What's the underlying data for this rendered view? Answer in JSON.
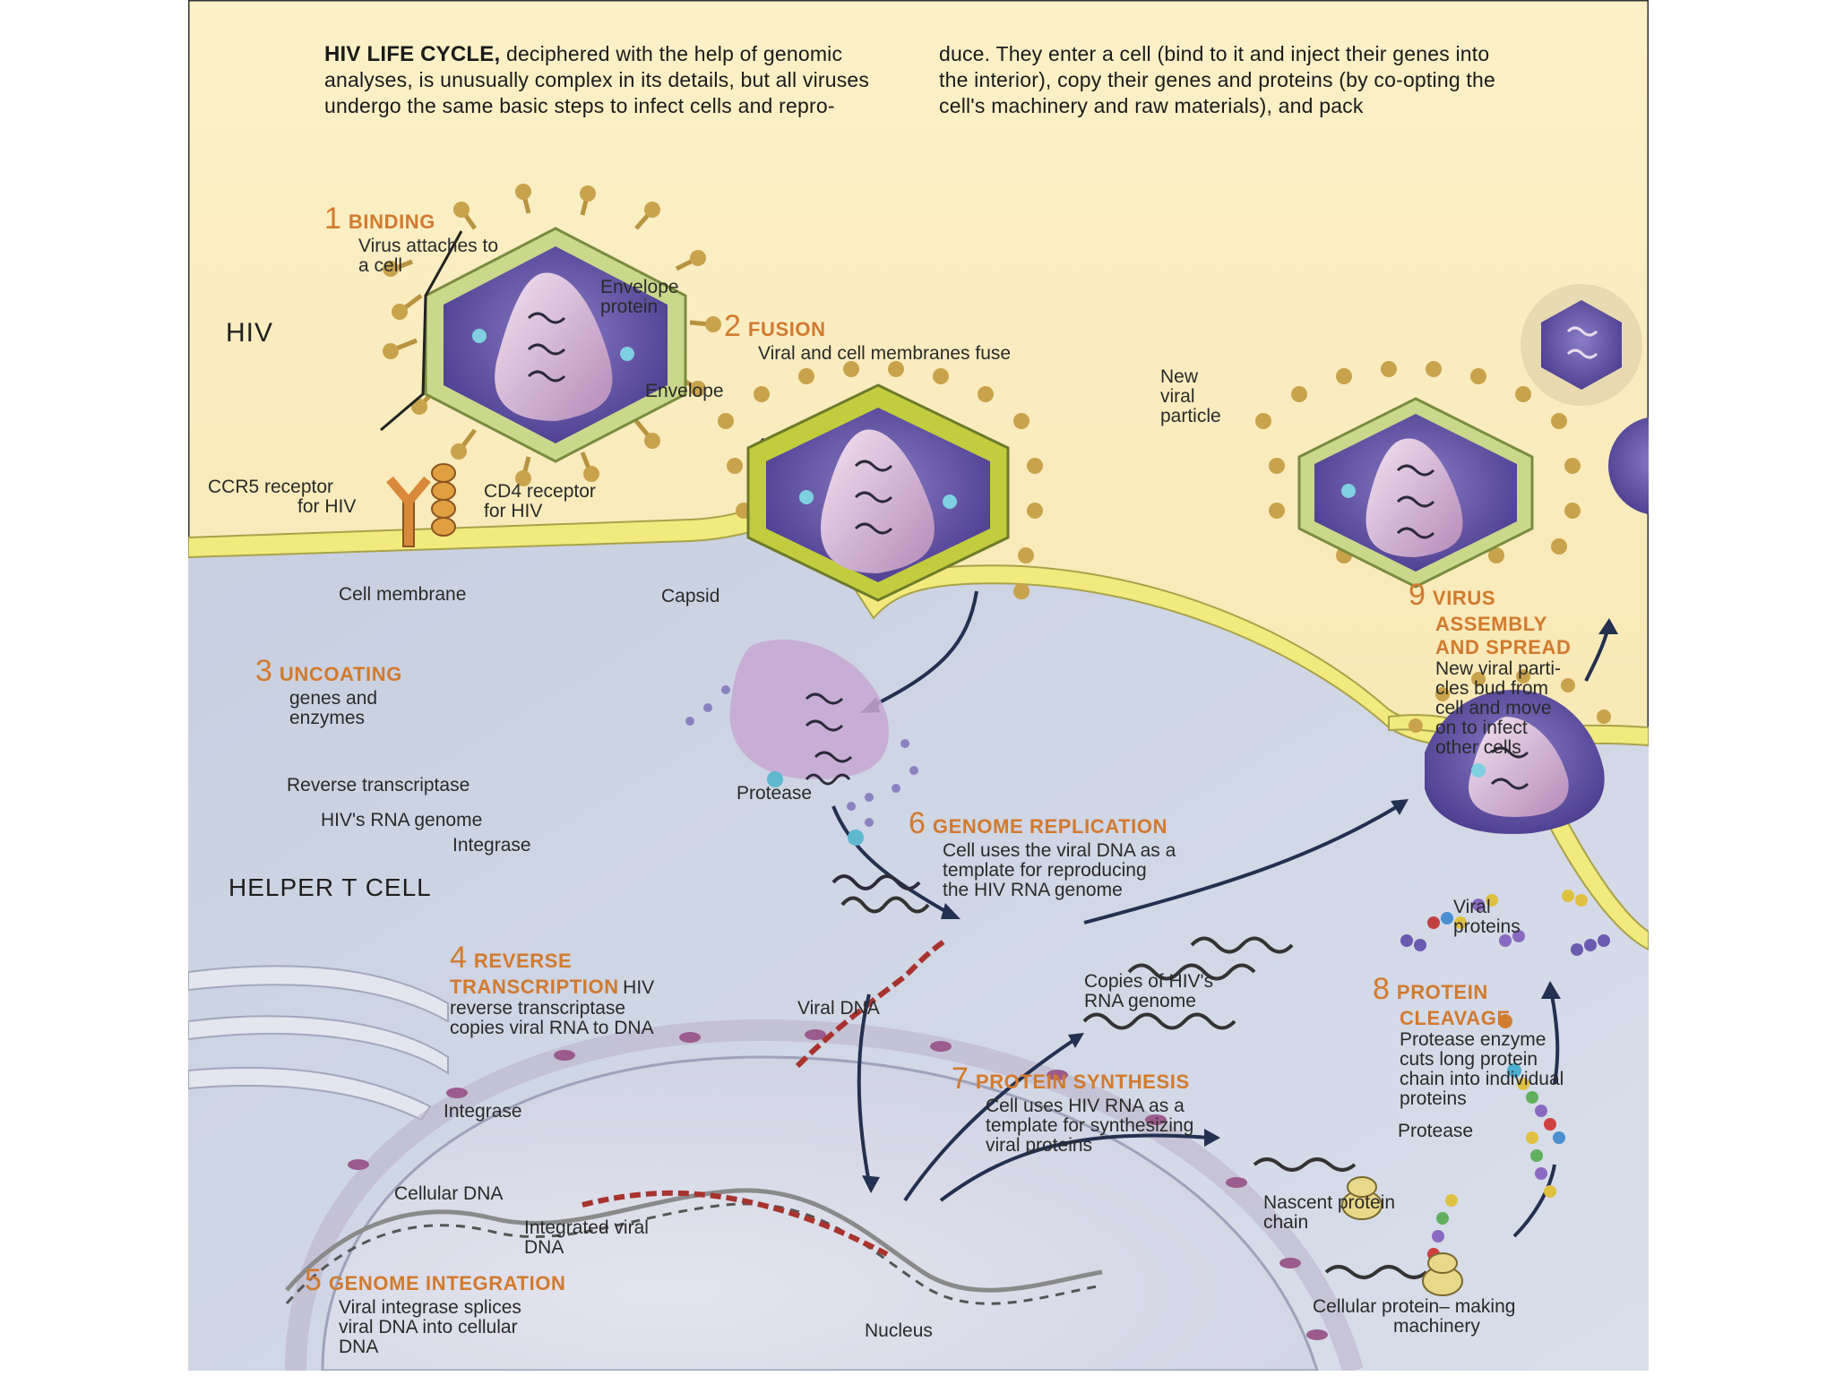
{
  "intro": {
    "left_caps": "HIV LIFE CYCLE,",
    "left_rest": " deciphered with the help of genomic analyses, is unusually complex in its details, but all viruses undergo the same basic steps to infect cells and repro-",
    "right": "duce. They enter a cell (bind to it and inject their genes into the interior), copy their genes and proteins (by co-opting the cell's machinery and raw materials), and pack"
  },
  "steps": [
    {
      "num": "1",
      "title": "BINDING",
      "desc": [
        "Virus attaches to",
        "a cell"
      ]
    },
    {
      "num": "2",
      "title": "FUSION",
      "desc": [
        "Viral and cell membranes fuse"
      ]
    },
    {
      "num": "3",
      "title": "UNCOATING",
      "desc": [
        "genes and",
        "enzymes"
      ]
    },
    {
      "num": "4",
      "title": "REVERSE",
      "title2": "TRANSCRIPTION",
      "desc": [
        "HIV",
        "reverse transcriptase",
        "copies viral RNA to DNA"
      ]
    },
    {
      "num": "5",
      "title": "GENOME INTEGRATION",
      "desc": [
        "Viral integrase splices",
        "viral DNA into cellular",
        "DNA"
      ]
    },
    {
      "num": "6",
      "title": "GENOME REPLICATION",
      "desc": [
        "Cell uses the viral DNA as a",
        "template for reproducing",
        "the HIV RNA genome"
      ]
    },
    {
      "num": "7",
      "title": "PROTEIN SYNTHESIS",
      "desc": [
        "Cell uses HIV RNA as a",
        "template for synthesizing",
        "viral proteins"
      ]
    },
    {
      "num": "8",
      "title": "PROTEIN",
      "title2": "CLEAVAGE",
      "desc": [
        "Protease enzyme",
        "cuts long protein",
        "chain into individual",
        "proteins"
      ]
    },
    {
      "num": "9",
      "title": "VIRUS",
      "title2": "ASSEMBLY",
      "title3": "AND SPREAD",
      "desc": [
        "New viral parti-",
        "cles bud from",
        "cell and move",
        "on to infect",
        "other cells"
      ]
    }
  ],
  "labels": {
    "hiv": "HIV",
    "helper_t_cell": "HELPER T CELL",
    "envelope_protein": [
      "Envelope",
      "protein"
    ],
    "envelope": "Envelope",
    "ccr5": [
      "CCR5 receptor",
      "for HIV"
    ],
    "cd4": [
      "CD4 receptor",
      "for HIV"
    ],
    "cell_membrane": "Cell membrane",
    "capsid": "Capsid",
    "new_viral_particle": [
      "New",
      "viral",
      "particle"
    ],
    "reverse_transcriptase": "Reverse transcriptase",
    "rna_genome": "HIV's RNA genome",
    "integrase_top": "Integrase",
    "protease_top": "Protease",
    "viral_dna": "Viral DNA",
    "copies_rna": [
      "Copies of HIV's",
      "RNA genome"
    ],
    "viral_proteins": [
      "Viral",
      "proteins"
    ],
    "integrase_bottom": "Integrase",
    "cellular_dna": "Cellular DNA",
    "integrated_viral_dna": [
      "Integrated viral",
      "DNA"
    ],
    "protease_bottom": "Protease",
    "nascent_protein": [
      "Nascent protein",
      "chain"
    ],
    "cellular_machinery": [
      "Cellular protein– making",
      "machinery"
    ],
    "nucleus": "Nucleus"
  },
  "colors": {
    "background_top": "#fbeec0",
    "cell_interior": "#cdd6e6",
    "membrane": "#f4ec86",
    "virus_core": "#6a5aa8",
    "capsid": "#d9b9d8",
    "spike": "#b8933f",
    "step_title": "#d27a2e"
  }
}
